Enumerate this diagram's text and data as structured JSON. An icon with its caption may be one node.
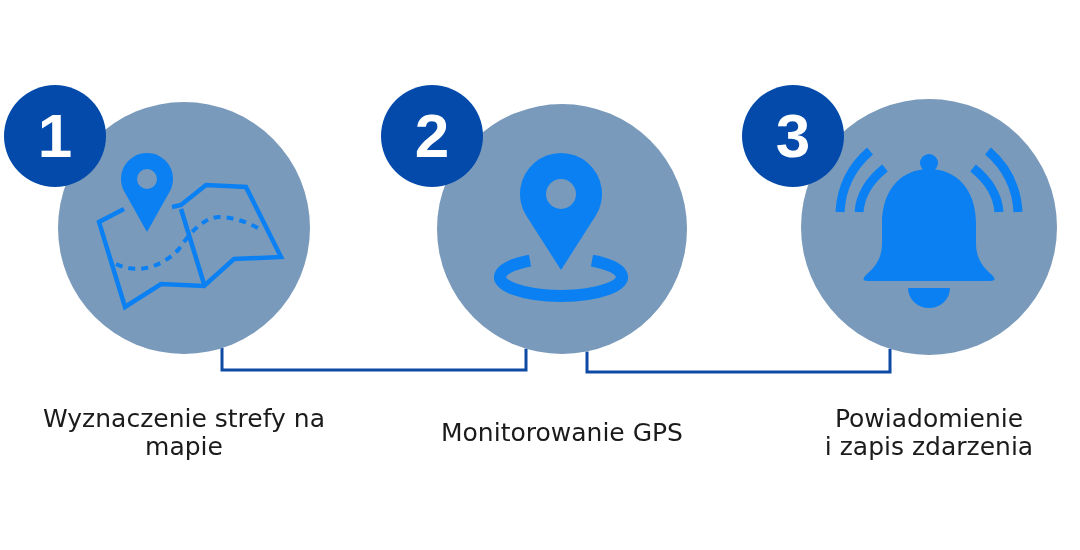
{
  "diagram": {
    "nodes": [
      {
        "text": [
          "1"
        ]
      },
      {
        "text": [],
        "shape": "circle",
        "beside": [
          "Wyznaczenie strefy na mapie"
        ]
      },
      {
        "text": [
          "2"
        ]
      },
      {
        "text": [],
        "shape": "circle",
        "beside": [
          "Monitorowanie GPS"
        ]
      },
      {
        "text": [
          "3"
        ]
      },
      {
        "text": [],
        "shape": "circle",
        "beside": [
          "Powiadomienie i zapis zdarzenia"
        ]
      }
    ],
    "edges": [
      {
        "from": 1,
        "to": 3,
        "arrow": "none"
      },
      {
        "from": 3,
        "to": 5,
        "arrow": "none"
      }
    ]
  }
}
